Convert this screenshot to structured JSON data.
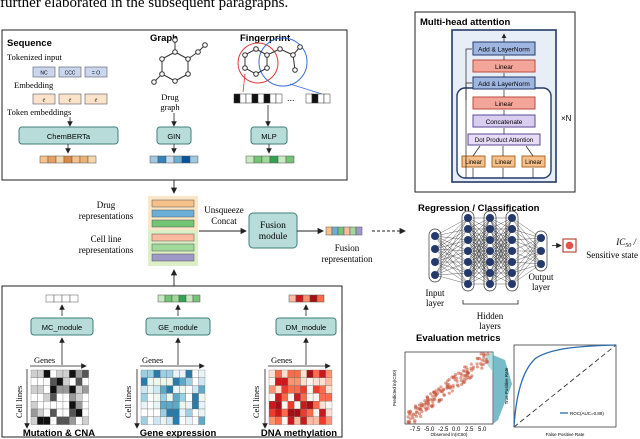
{
  "header_fragment": "further elaborated in the subsequent paragraphs.",
  "colors": {
    "teal": "#b7dcd9",
    "teal_border": "#3f7f7b",
    "red_box": "#f3a59a",
    "red_border": "#b94a3a",
    "navy": "#253a6b",
    "light_blue": "#e8eef8",
    "orange": "#f5c08a",
    "green": "#cfe7b2"
  },
  "drug_panel": {
    "sequence": {
      "title": "Sequence",
      "tokenized_input": "Tokenized input",
      "tokens": [
        "NC",
        "CCC",
        "= O"
      ],
      "embedding": "Embedding",
      "embed_tokens": [
        "e",
        "e",
        "e"
      ],
      "token_embeddings": "Token embeddings",
      "encoder": "ChemBERTa"
    },
    "graph": {
      "title": "Graph",
      "drug_graph": "Drug graph",
      "encoder": "GIN"
    },
    "fingerprint": {
      "title": "Fingerprint",
      "encoder": "MLP",
      "dots": "..."
    }
  },
  "middle": {
    "drug_representations": "Drug representations",
    "cell_line_representations": "Cell line representations",
    "unsqueeze": "Unsqueeze",
    "concat": "Concat",
    "fusion_module": "Fusion module",
    "fusion_representation": "Fusion representation"
  },
  "omics_panel": {
    "mutation": {
      "module": "MC_module",
      "genes": "Genes",
      "cell_lines": "Cell lines",
      "caption": "Mutation & CNA"
    },
    "expression": {
      "module": "GE_module",
      "genes": "Genes",
      "cell_lines": "Cell lines",
      "caption": "Gene expression"
    },
    "methylation": {
      "module": "DM_module",
      "genes": "Genes",
      "cell_lines": "Cell lines",
      "caption": "DNA methylation"
    }
  },
  "attention": {
    "title": "Multi-head attention",
    "blocks": [
      "Add & LayerNorm",
      "Linear",
      "Add & LayerNorm",
      "Linear",
      "Concatenate",
      "Dot Product Attention"
    ],
    "linears": [
      "Linear",
      "Linear",
      "Linear"
    ],
    "repeat": "×N"
  },
  "regression": {
    "title": "Regression / Classification",
    "input_layer": "Input layer",
    "hidden_layers": "Hidden layers",
    "output_layer": "Output layer",
    "output_label": "IC50 / Sensitive state"
  },
  "evaluation": {
    "title": "Evaluation metrics",
    "scatter_xlabel": "Observed ln(IC50)",
    "scatter_ylabel": "Predicted ln(IC50)",
    "scatter_ticks": [
      "-7.5",
      "-5.0",
      "-2.5",
      "0.0",
      "2.5",
      "5.0"
    ],
    "roc_xlabel": "False Positive Rate",
    "roc_ylabel": "True Positive Rate",
    "roc_legend": "ROC(AUC=0.89)"
  }
}
